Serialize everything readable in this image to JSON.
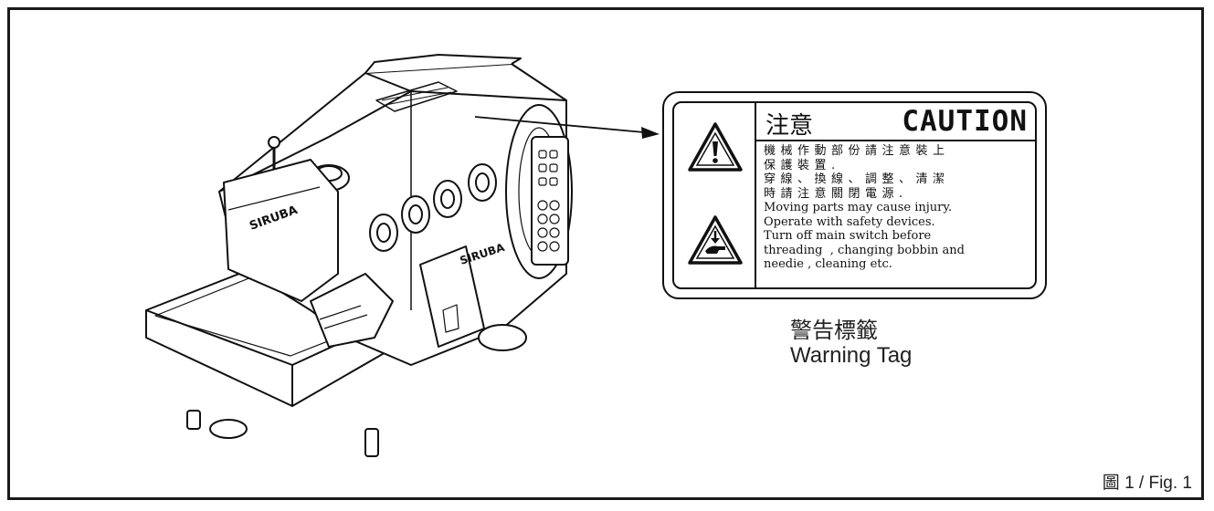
{
  "label": {
    "header_zh": "注意",
    "header_en": "CAUTION",
    "lines": [
      {
        "text": "機械作動部份請注意裝上",
        "lang": "zh"
      },
      {
        "text": "保護裝置.",
        "lang": "zh"
      },
      {
        "text": "穿線、換線、調整、清潔",
        "lang": "zh"
      },
      {
        "text": "時請注意關閉電源.",
        "lang": "zh"
      },
      {
        "text": "Moving parts may cause injury.",
        "lang": "en"
      },
      {
        "text": "Operate with safety devices.",
        "lang": "en"
      },
      {
        "text": "Turn off main switch before",
        "lang": "en"
      },
      {
        "text": "threading  , changing bobbin and",
        "lang": "en"
      },
      {
        "text": "needie , cleaning etc.",
        "lang": "en"
      }
    ]
  },
  "caption": {
    "zh": "警告標籤",
    "en": "Warning Tag"
  },
  "figure_label": "圖 1 / Fig. 1",
  "icons": {
    "top": "exclamation-warning-icon",
    "bottom": "hand-crush-warning-icon"
  },
  "colors": {
    "ink": "#111111",
    "paper": "#ffffff"
  }
}
